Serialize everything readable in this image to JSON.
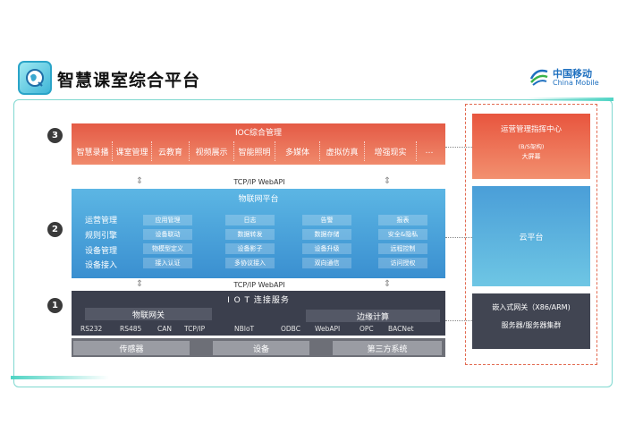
{
  "header": {
    "title": "智慧课室综合平台",
    "brand_cn": "中国移动",
    "brand_en": "China Mobile"
  },
  "steps": [
    "3",
    "2",
    "1"
  ],
  "ioc": {
    "title": "IOC综合管理",
    "items": [
      "智慧录播",
      "课室管理",
      "云教育",
      "视频展示",
      "智能照明",
      "多媒体",
      "虚拟仿真",
      "增强现实",
      "…"
    ]
  },
  "protocols": {
    "top": "TCP/IP  WebAPI",
    "bottom": "TCP/IP  WebAPI"
  },
  "iot_platform": {
    "title": "物联网平台",
    "left_labels": [
      "运营管理",
      "规则引擎",
      "设备管理",
      "设备接入"
    ],
    "columns": [
      [
        "应用管理",
        "设备联动",
        "物模型定义",
        "接入认证"
      ],
      [
        "日志",
        "数据转发",
        "设备影子",
        "多协议接入"
      ],
      [
        "告警",
        "数据存储",
        "设备升级",
        "双向通信"
      ],
      [
        "报表",
        "安全&隐私",
        "远程控制",
        "访问授权"
      ]
    ]
  },
  "iot_connection": {
    "title": "I O T 连接服务",
    "left_band": "物联网关",
    "right_band": "边缘计算",
    "protocols": [
      "RS232",
      "RS485",
      "CAN",
      "TCP/IP",
      "NBIoT",
      "ODBC",
      "WebAPI",
      "OPC",
      "BACNet"
    ]
  },
  "bottom_bar": [
    "传感器",
    "设备",
    "第三方系统"
  ],
  "right_panel": {
    "ops_title": "运营管理指挥中心",
    "ops_sub1": "(B/S架构)",
    "ops_sub2": "大屏幕",
    "cloud": "云平台",
    "gw_line1": "嵌入式网关（X86/ARM)",
    "gw_line2": "服务器/服务器集群"
  },
  "colors": {
    "ioc": "#e45a45",
    "iot": "#3a8fd0",
    "conn": "#3b3f4d",
    "frame": "#7fd8d0"
  }
}
